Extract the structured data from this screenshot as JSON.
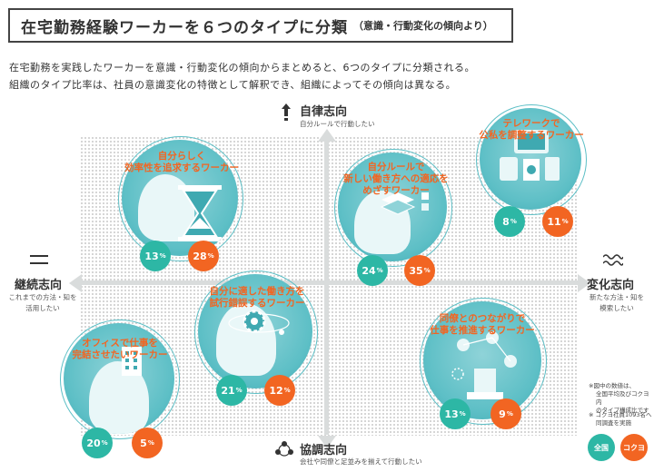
{
  "title": {
    "main": "在宅勤務経験ワーカーを６つのタイプに分類",
    "sub": "（意識・行動変化の傾向より）"
  },
  "intro": {
    "line1": "在宅勤務を実践したワーカーを意識・行動変化の傾向からまとめると、6つのタイプに分類される。",
    "line2": "組織のタイプ比率は、社員の意識変化の特徴として解釈でき、組織によってその傾向は異なる。"
  },
  "axes": {
    "top": {
      "title": "自律志向",
      "desc": "自分ルールで行動したい",
      "icon": "exclamation-icon"
    },
    "bottom": {
      "title": "協調志向",
      "desc": "会社や同僚と足並みを揃えて行動したい",
      "icon": "people-cluster-icon"
    },
    "left": {
      "title": "継続志向",
      "desc1": "これまでの方法・知を",
      "desc2": "活用したい",
      "icon": "equals-icon"
    },
    "right": {
      "title": "変化志向",
      "desc1": "新たな方法・知を",
      "desc2": "模索したい",
      "icon": "wave-icon"
    }
  },
  "types": [
    {
      "line1": "自分らしく",
      "line2": "効率性を追求するワーカー",
      "line3": "",
      "national": "13",
      "kokuyo": "28",
      "icon": "hourglass-icon"
    },
    {
      "line1": "自分ルールで",
      "line2": "新しい働き方への適応を",
      "line3": "めざすワーカー",
      "national": "24",
      "kokuyo": "35",
      "icon": "layers-icon"
    },
    {
      "line1": "テレワークで",
      "line2": "公私を調整するワーカー",
      "line3": "",
      "national": "8",
      "kokuyo": "11",
      "icon": "home-devices-icon"
    },
    {
      "line1": "自分に適した働き方を",
      "line2": "試行錯誤するワーカー",
      "line3": "",
      "national": "21",
      "kokuyo": "12",
      "icon": "gear-icon"
    },
    {
      "line1": "同僚とのつながりで",
      "line2": "仕事を推進するワーカー",
      "line3": "",
      "national": "13",
      "kokuyo": "9",
      "icon": "network-icon"
    },
    {
      "line1": "オフィスで仕事を",
      "line2": "完結させたいワーカー",
      "line3": "",
      "national": "20",
      "kokuyo": "5",
      "icon": "office-building-icon"
    }
  ],
  "percent_unit": "%",
  "notes": {
    "n1": "※図中の数値は、",
    "n2": "全国平均及びコクヨ内",
    "n3": "のタイプ構成比です",
    "n4": "※ コクヨ社員1093名へ",
    "n5": "同調査を実施"
  },
  "legend": {
    "national": "全国",
    "kokuyo": "コクヨ"
  },
  "colors": {
    "national": "#2db7a5",
    "kokuyo": "#f26522",
    "circle": "#5dbfc6"
  }
}
